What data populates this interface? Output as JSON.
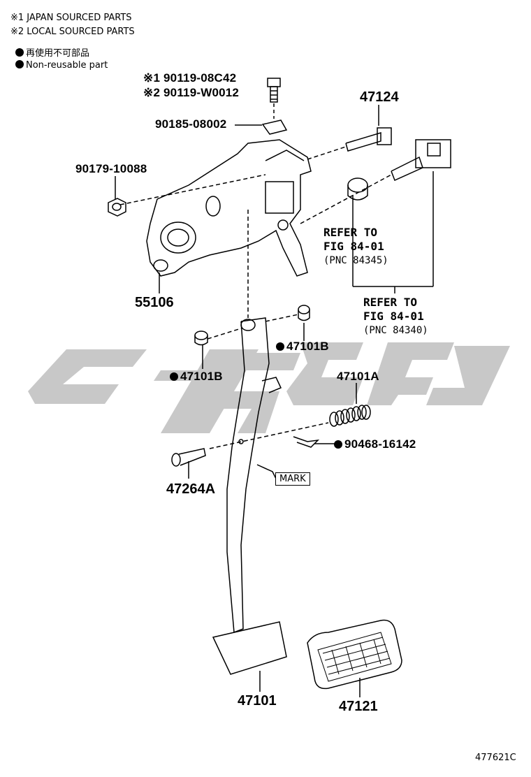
{
  "notes": {
    "note1": "※1 JAPAN SOURCED PARTS",
    "note2": "※2 LOCAL SOURCED PARTS",
    "legend_jp": "再使用不可部品",
    "legend_en": "Non-reusable part"
  },
  "parts": {
    "p90119_08C42": "※1 90119-08C42",
    "p90119_W0012": "※2 90119-W0012",
    "p90185_08002": "90185-08002",
    "p47124": "47124",
    "p90179_10088": "90179-10088",
    "p55106": "55106",
    "p47101B_a": "47101B",
    "p47101B_b": "47101B",
    "p47101A": "47101A",
    "p90468_16142": "90468-16142",
    "p47264A": "47264A",
    "p47101": "47101",
    "p47121": "47121"
  },
  "refs": {
    "ref1_line1": "REFER TO",
    "ref1_line2": "FIG 84-01",
    "ref1_line3": "(PNC 84345)",
    "ref2_line1": "REFER TO",
    "ref2_line2": "FIG 84-01",
    "ref2_line3": "(PNC 84340)"
  },
  "mark_label": "MARK",
  "figure_id": "477621C",
  "colors": {
    "watermark": "#c8c8c8",
    "line": "#000000"
  }
}
